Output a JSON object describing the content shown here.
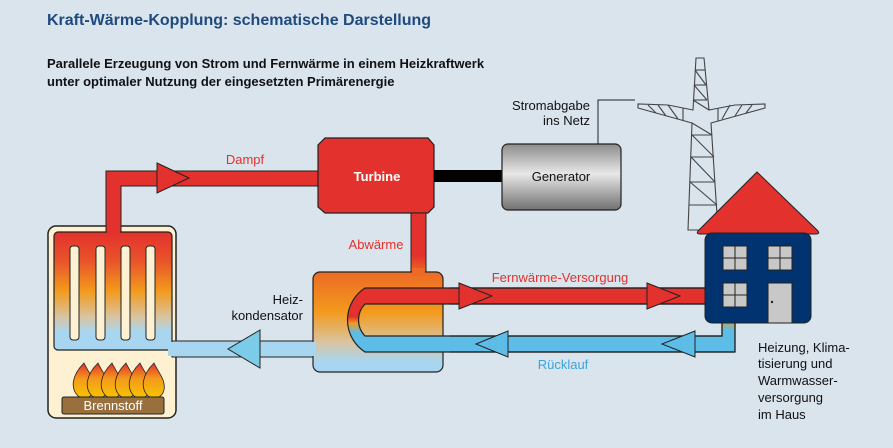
{
  "header": {
    "title": "Kraft-Wärme-Kopplung: schematische Darstellung",
    "subtitle_line1": "Parallele Erzeugung von Strom und Fernwärme in einem Heizkraftwerk",
    "subtitle_line2": "unter optimaler Nutzung der eingesetzten Primärenergie"
  },
  "diagram": {
    "steam_label": "Dampf",
    "turbine_label": "Turbine",
    "generator_label": "Generator",
    "power_output_line1": "Stromabgabe",
    "power_output_line2": "ins Netz",
    "waste_heat_label": "Abwärme",
    "condenser_line1": "Heiz-",
    "condenser_line2": "kondensator",
    "district_heat_supply_label": "Fernwärme-Versorgung",
    "return_label": "Rücklauf",
    "fuel_label": "Brennstoff",
    "house_caption": [
      "Heizung, Klima-",
      "tisierung und",
      "Warmwasser-",
      "versorgung",
      "im Haus"
    ],
    "colors": {
      "hot": "#e3312d",
      "warm": "#f39a1c",
      "cold": "#5dbde6",
      "cold_light": "#a8d6f0",
      "house": "#00336f",
      "roof": "#e3312d",
      "title": "#1f4a7e",
      "fuel": "#9a6f3e"
    }
  }
}
